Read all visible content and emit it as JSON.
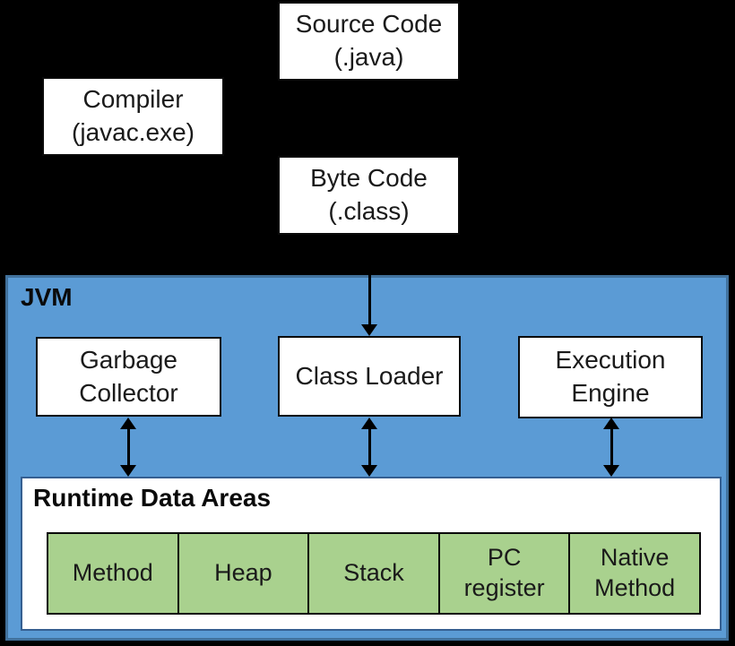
{
  "diagram": {
    "nodes": {
      "source_code": {
        "line1": "Source Code",
        "line2": "(.java)"
      },
      "compiler": {
        "line1": "Compiler",
        "line2": "(javac.exe)"
      },
      "byte_code": {
        "line1": "Byte Code",
        "line2": "(.class)"
      },
      "garbage_collector": {
        "line1": "Garbage",
        "line2": "Collector"
      },
      "class_loader": {
        "label": "Class Loader"
      },
      "execution_engine": {
        "line1": "Execution",
        "line2": "Engine"
      }
    },
    "jvm": {
      "label": "JVM"
    },
    "runtime": {
      "title": "Runtime Data Areas",
      "cells": [
        "Method",
        "Heap",
        "Stack",
        "PC register",
        "Native Method"
      ]
    },
    "colors": {
      "background": "#000000",
      "jvm_fill": "#5B9BD5",
      "jvm_border": "#41719C",
      "runtime_border": "#355F91",
      "node_fill": "#FFFFFF",
      "node_border": "#0A0A0A",
      "cell_fill": "#A9D18E",
      "arrow": "#000000"
    }
  }
}
